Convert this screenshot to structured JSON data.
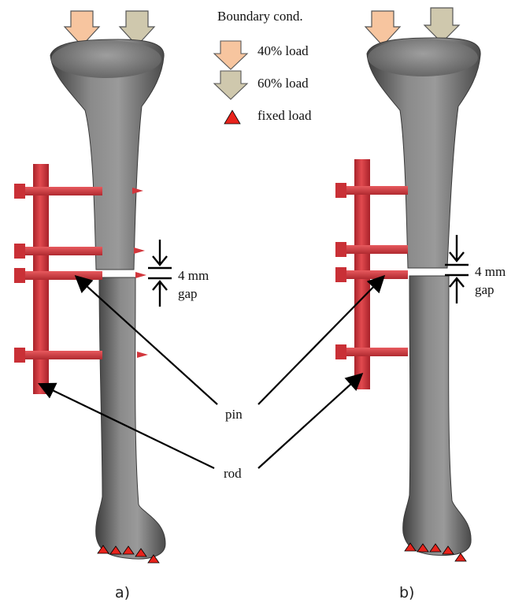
{
  "legend": {
    "title": "Boundary cond.",
    "load40": "40% load",
    "load60": "60% load",
    "fixed": "fixed load"
  },
  "colors": {
    "load40": "#f7c59f",
    "load60": "#cfc8ad",
    "fixed": "#e8231c",
    "fixator": "#d2363c",
    "bone": "#7d7d7d"
  },
  "panel_a": {
    "caption": "a)",
    "gap_value": "4 mm",
    "gap_word": "gap"
  },
  "panel_b": {
    "caption": "b)",
    "gap_value": "4 mm",
    "gap_word": "gap"
  },
  "labels": {
    "pin": "pin",
    "rod": "rod"
  }
}
